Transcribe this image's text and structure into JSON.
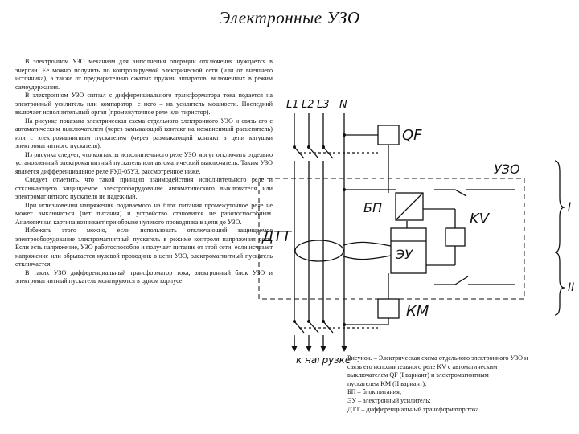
{
  "title": "Электронные УЗО",
  "paragraphs": [
    "В электронном УЗО механизм для выполнения операции отключения нуждается в энергии. Ее можно получить по контролируемой электрической сети (или от внешнего источника), а также от предварительно сжатых пружин аппаратов, включенных в режим самоудержания.",
    "В электронном УЗО сигнал с дифференциального трансформатора тока подается на электронный усилитель или компаратор, с него – на усилитель мощности. Последний включает исполнительный орган (промежуточное реле или тиристор).",
    "На рисунке показана электрическая схема отдельного электронного УЗО и связь его с автоматическим выключателем (через замыкающий контакт на независимый расцепитель) или с электромагнитным пускателем (через размыкающий контакт в цепи катушки электромагнитного пускателя).",
    "Из рисунка следует, что контакты исполнительного реле УЗО могут отключить отдельно установленный электромагнитный пускатель или автоматический выключатель. Таким УЗО является дифференциальное реле РУД-05УЗ, рассмотренное ниже.",
    "Следует отметить, что такой принцип взаимодействия исполнительного реле и отключающего защищаемое электрооборудование автоматического выключателя или электромагнитного пускателя не надежный.",
    "При исчезновении напряжения подаваемого на блок питания промежуточное реле не может выключаться (нет питания) и устройство становится не работоспособным. Аналогичная картина возникает при обрыве нулевого проводника в цепи до УЗО.",
    "Избежать этого можно, если использовать отключающий защищаемое электрооборудование электромагнитный пускатель в режиме контроля напряжения сети. Если есть напряжение, УЗО работоспособно и получает питание от этой сети; если исчезает напряжение или обрывается нулевой проводник в цепи УЗО, электромагнитный пускатель отключается.",
    "В таких УЗО дифференциальный трансформатор тока, электронный блок УЗО и электромагнитный пускатель монтируются в одном корпусе."
  ],
  "diagram": {
    "phase_labels": [
      "L1",
      "L2",
      "L3",
      "N"
    ],
    "qf_label": "QF",
    "uzo_label": "УЗО",
    "bp_label": "БП",
    "kv_label": "KV",
    "eu_label": "ЭУ",
    "dtt_label": "ДТТ",
    "km_label": "КМ",
    "load_label": "к нагрузке",
    "variant_1": "I",
    "variant_2": "II"
  },
  "caption": [
    "Рисунок. – Электрическая схема отдельного электронного УЗО и",
    "связь его исполнительного реле KV с автоматическим",
    "выключателем QF (I вариант) и электромагнитным",
    "пускателем KM (II вариант):",
    "БП – блок питания;",
    "ЭУ – электронный усилитель;",
    "ДТТ – дифференциальный трансформатор тока"
  ]
}
